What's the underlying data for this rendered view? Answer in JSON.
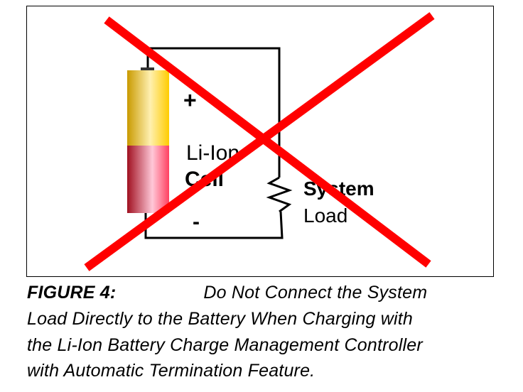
{
  "diagram": {
    "cell_label_line1": "Li-Ion",
    "cell_label_line2": "Cell",
    "plus_sign": "+",
    "minus_sign": "-",
    "load_label_line1": "System",
    "load_label_line2": "Load",
    "colors": {
      "cross": "#ff0000",
      "battery_top": "#f2c81e",
      "battery_bottom": "#e0405a"
    }
  },
  "caption": {
    "figure_label": "FIGURE 4:",
    "line1": "Do Not Connect the System",
    "line2": "Load Directly to the Battery When Charging with",
    "line3": "the Li-Ion Battery Charge Management Controller",
    "line4": "with Automatic Termination Feature."
  }
}
